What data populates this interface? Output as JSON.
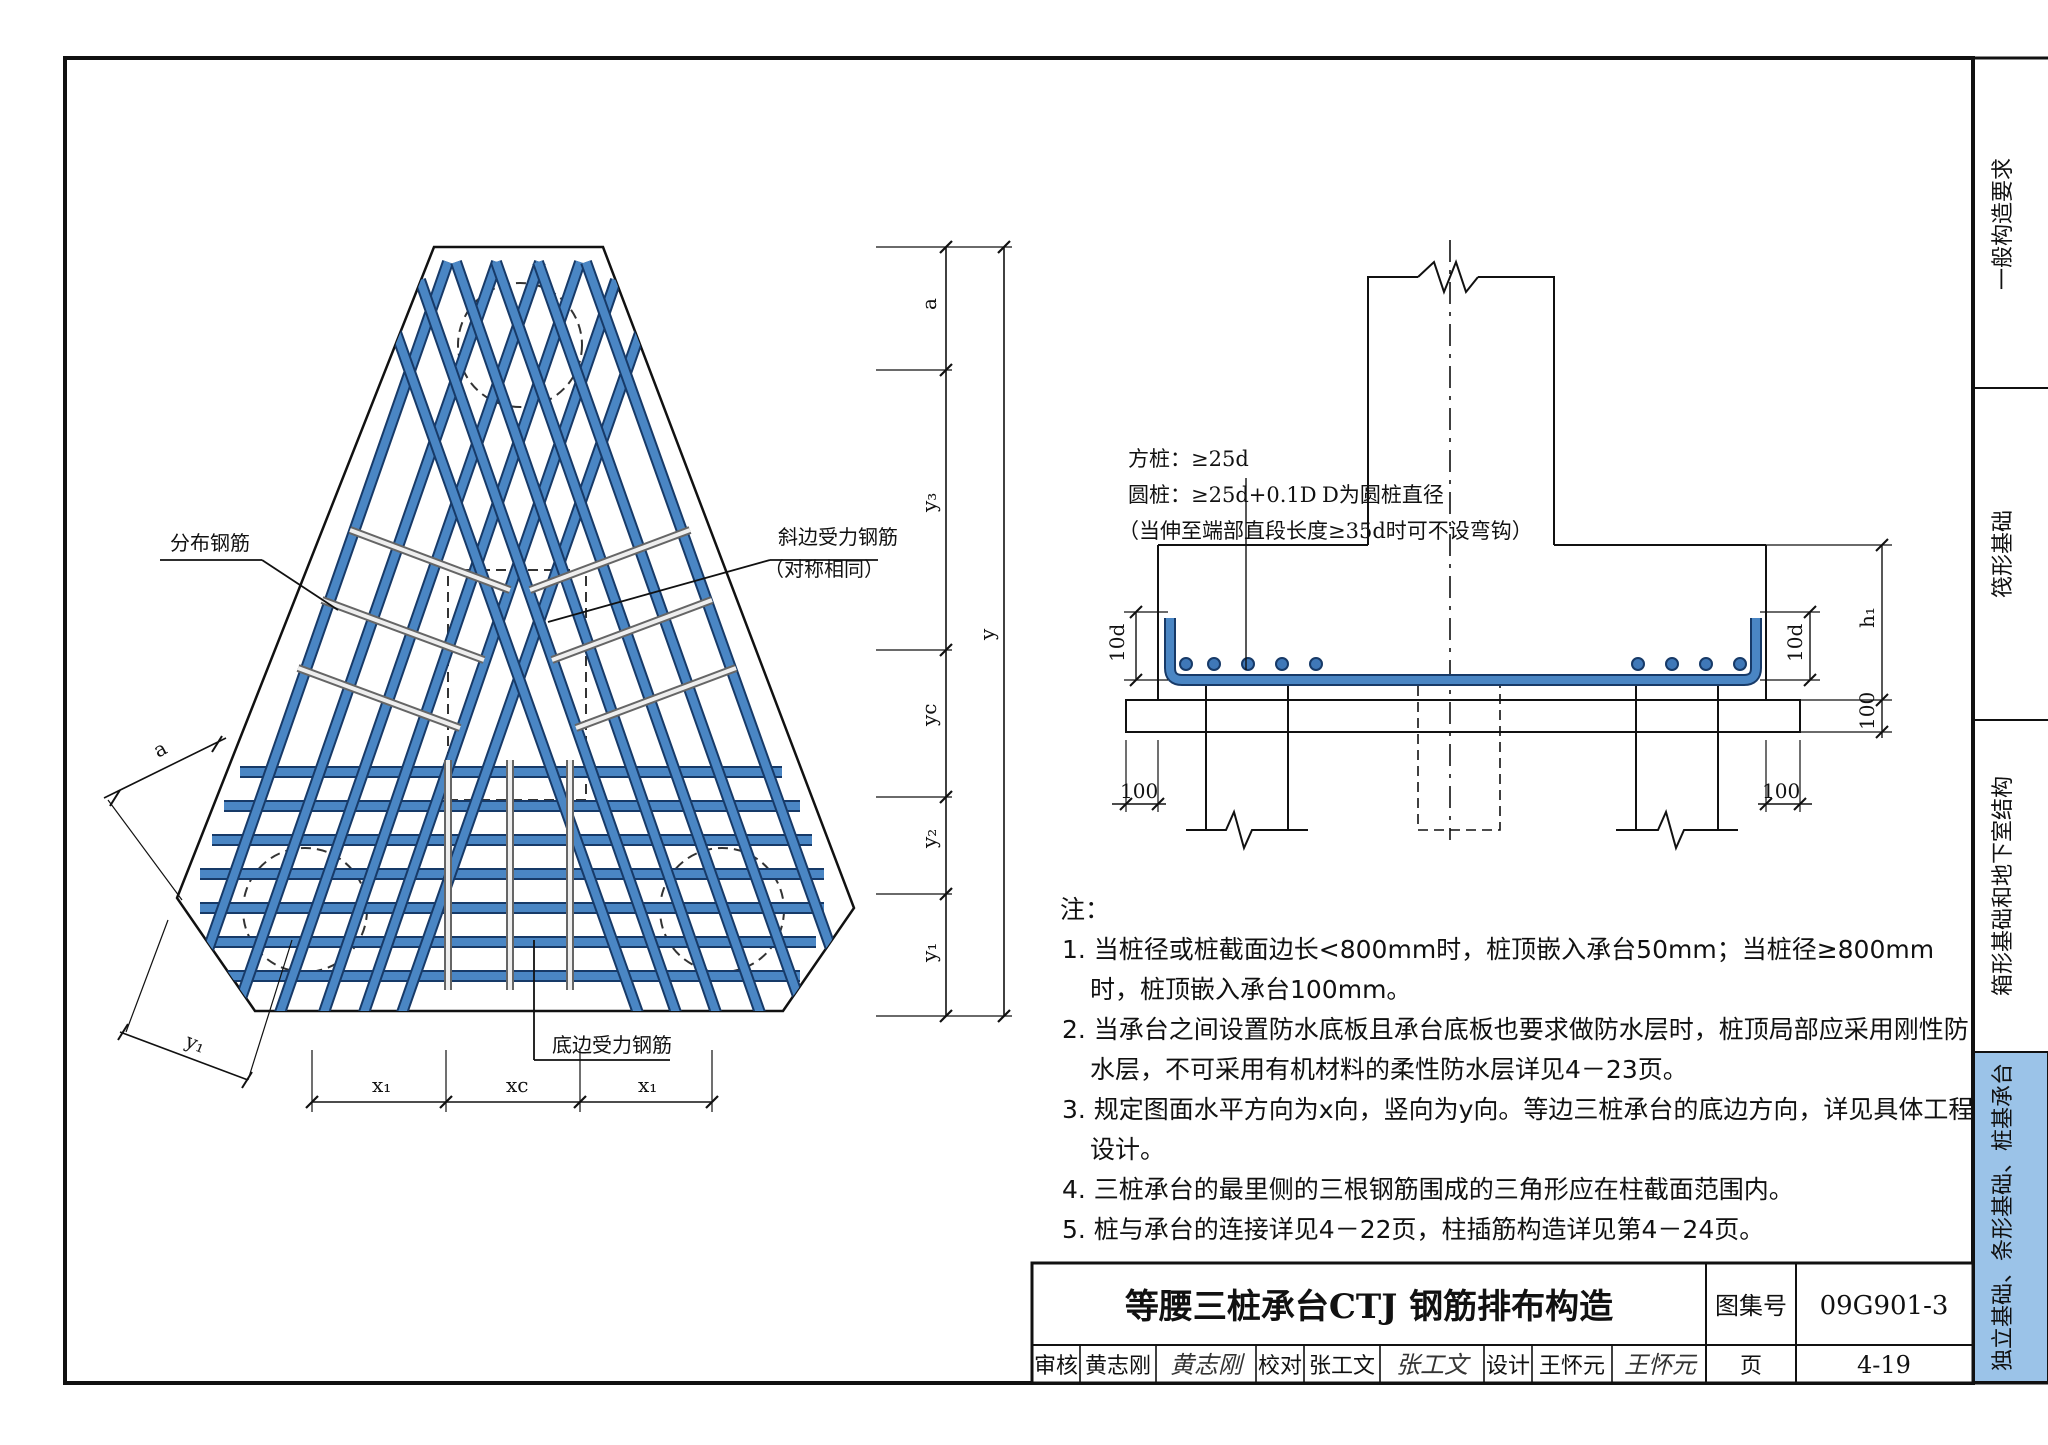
{
  "left_diagram": {
    "label_distribution_bar": "分布钢筋",
    "label_oblique_bar": "斜边受力钢筋",
    "label_oblique_bar_note": "（对称相同）",
    "label_bottom_bar": "底边受力钢筋",
    "dim_a_side": "a",
    "dim_y1_side": "y₁",
    "dim_x1_left": "x₁",
    "dim_xc": "xc",
    "dim_x1_right": "x₁",
    "dim_a_top": "a",
    "dim_y3": "y₃",
    "dim_yc": "yc",
    "dim_y2": "y₂",
    "dim_y1_vert": "y₁",
    "dim_y": "y"
  },
  "section": {
    "line1": "方桩：≥25d",
    "line2": "圆桩：≥25d+0.1D",
    "line2_note": "D为圆桩直径",
    "line3": "（当伸至端部直段长度≥35d时可不设弯钩）",
    "dim_10d_left": "10d",
    "dim_10d_right": "10d",
    "dim_h1": "h₁",
    "dim_100_right": "100",
    "dim_100_bottom_left": "100",
    "dim_100_bottom_right": "100"
  },
  "notes": {
    "heading": "注：",
    "n1_a": "1. 当桩径或桩截面边长<800mm时，桩顶嵌入承台50mm；当桩径≥800mm",
    "n1_b": "时，桩顶嵌入承台100mm。",
    "n2_a": "2. 当承台之间设置防水底板且承台底板也要求做防水层时，桩顶局部应采用刚性防",
    "n2_b": "水层，不可采用有机材料的柔性防水层详见4－23页。",
    "n3_a": "3. 规定图面水平方向为x向，竖向为y向。等边三桩承台的底边方向，详见具体工程",
    "n3_b": "设计。",
    "n4": "4. 三桩承台的最里侧的三根钢筋围成的三角形应在柱截面范围内。",
    "n5": "5. 桩与承台的连接详见4－22页，柱插筋构造详见第4－24页。"
  },
  "title_block": {
    "title": "等腰三桩承台CTJ 钢筋排布构造",
    "atlas_label": "图集号",
    "atlas_no": "09G901-3",
    "review_label": "审核",
    "reviewer": "黄志刚",
    "reviewer_sig": "黄志刚",
    "check_label": "校对",
    "checker": "张工文",
    "checker_sig": "张工文",
    "design_label": "设计",
    "designer": "王怀元",
    "designer_sig": "王怀元",
    "page_label": "页",
    "page_no": "4-19"
  },
  "side_tabs": [
    {
      "label": "一般构造要求",
      "active": false
    },
    {
      "label": "筏形基础",
      "active": false
    },
    {
      "label": "箱形基础和地下室结构",
      "active": false
    },
    {
      "label": "独立基础、条形基础、桩基承台",
      "active": true
    }
  ],
  "colors": {
    "rebar": "#3f78b8",
    "rebar_edge": "#173a68",
    "active_tab": "#9bc3e8",
    "line": "#111111"
  }
}
